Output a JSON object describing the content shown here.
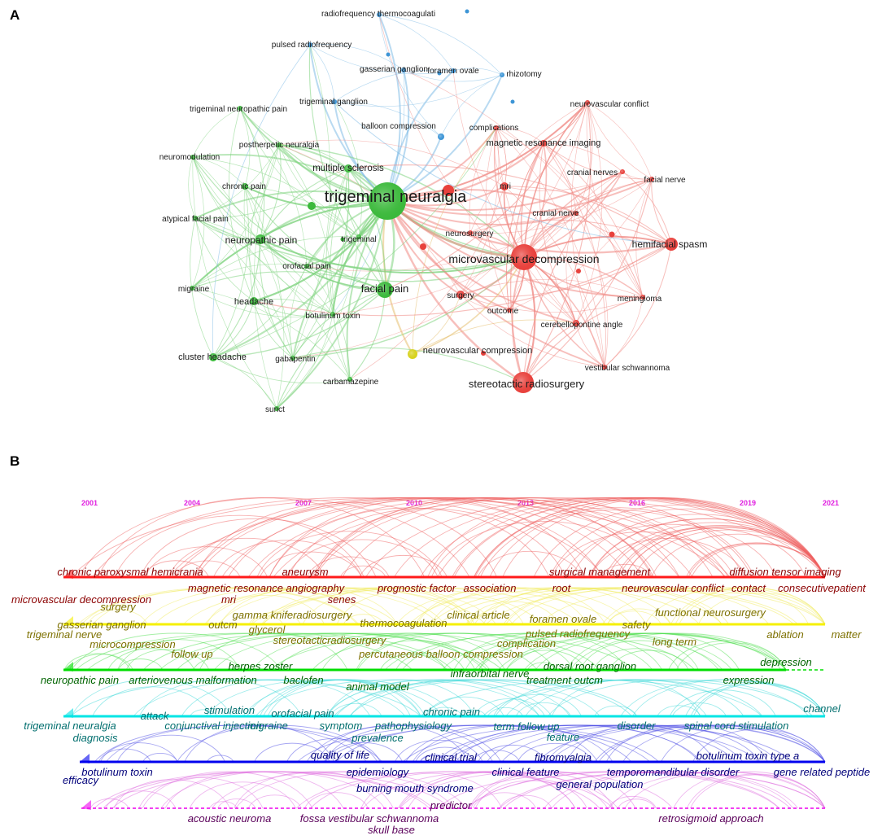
{
  "figure": {
    "panel_a_label": "A",
    "panel_b_label": "B"
  },
  "colors": {
    "red": "#e8413c",
    "green": "#3cb93c",
    "blue": "#3d95d6",
    "yellow": "#d7d21c",
    "timeline_years": "#e020e0"
  },
  "network": {
    "clusters": {
      "red": {
        "node": "#e8413c",
        "edge": "#f08a85"
      },
      "green": {
        "node": "#3cb93c",
        "edge": "#7fd37f"
      },
      "blue": {
        "node": "#3d95d6",
        "edge": "#7fbbe6"
      },
      "yellow": {
        "node": "#d7d21c",
        "edge": "#e6c070"
      }
    },
    "nodes": [
      {
        "id": "tn",
        "label": "trigeminal neuralgia",
        "cluster": "green",
        "weight": 10
      },
      {
        "id": "mvd",
        "label": "microvascular decompression",
        "cluster": "red",
        "weight": 7
      },
      {
        "id": "fp",
        "label": "facial pain",
        "cluster": "green",
        "weight": 5
      },
      {
        "id": "np",
        "label": "neuropathic pain",
        "cluster": "green",
        "weight": 4
      },
      {
        "id": "sr",
        "label": "stereotactic radiosurgery",
        "cluster": "red",
        "weight": 5
      },
      {
        "id": "hs",
        "label": "hemifacial spasm",
        "cluster": "red",
        "weight": 4
      },
      {
        "id": "ms",
        "label": "multiple sclerosis",
        "cluster": "green",
        "weight": 3
      },
      {
        "id": "mri2",
        "label": "magnetic resonance imaging",
        "cluster": "red",
        "weight": 3
      },
      {
        "id": "rft",
        "label": "radiofrequency thermocoagulati",
        "cluster": "blue",
        "weight": 2
      },
      {
        "id": "prf",
        "label": "pulsed radiofrequency",
        "cluster": "blue",
        "weight": 2
      },
      {
        "id": "gg",
        "label": "gasserian ganglion",
        "cluster": "blue",
        "weight": 2
      },
      {
        "id": "fo",
        "label": "foramen ovale",
        "cluster": "blue",
        "weight": 2
      },
      {
        "id": "rhz",
        "label": "rhizotomy",
        "cluster": "blue",
        "weight": 2
      },
      {
        "id": "tgg",
        "label": "trigeminal ganglion",
        "cluster": "blue",
        "weight": 2
      },
      {
        "id": "bc",
        "label": "balloon compression",
        "cluster": "blue",
        "weight": 2
      },
      {
        "id": "tnp",
        "label": "trigeminal neuropathic pain",
        "cluster": "green",
        "weight": 2
      },
      {
        "id": "nmod",
        "label": "neuromodulation",
        "cluster": "green",
        "weight": 2
      },
      {
        "id": "phn",
        "label": "postherpetic neuralgia",
        "cluster": "green",
        "weight": 2
      },
      {
        "id": "cp",
        "label": "chronic pain",
        "cluster": "green",
        "weight": 2
      },
      {
        "id": "afp",
        "label": "atypical facial pain",
        "cluster": "green",
        "weight": 2
      },
      {
        "id": "trg",
        "label": "trigeminal",
        "cluster": "green",
        "weight": 2
      },
      {
        "id": "ofp",
        "label": "orofacial pain",
        "cluster": "green",
        "weight": 2
      },
      {
        "id": "mig",
        "label": "migraine",
        "cluster": "green",
        "weight": 2
      },
      {
        "id": "ha",
        "label": "headache",
        "cluster": "green",
        "weight": 3
      },
      {
        "id": "bt",
        "label": "botulinum toxin",
        "cluster": "green",
        "weight": 2
      },
      {
        "id": "ch",
        "label": "cluster headache",
        "cluster": "green",
        "weight": 3
      },
      {
        "id": "gab",
        "label": "gabapentin",
        "cluster": "green",
        "weight": 2
      },
      {
        "id": "cbz",
        "label": "carbamazepine",
        "cluster": "green",
        "weight": 2
      },
      {
        "id": "sunct",
        "label": "sunct",
        "cluster": "green",
        "weight": 2
      },
      {
        "id": "nvcf",
        "label": "neurovascular conflict",
        "cluster": "red",
        "weight": 2
      },
      {
        "id": "comp",
        "label": "complications",
        "cluster": "red",
        "weight": 2
      },
      {
        "id": "cn",
        "label": "cranial nerves",
        "cluster": "red",
        "weight": 2
      },
      {
        "id": "fn",
        "label": "facial nerve",
        "cluster": "red",
        "weight": 2
      },
      {
        "id": "mri",
        "label": "mri",
        "cluster": "red",
        "weight": 2
      },
      {
        "id": "cnv",
        "label": "cranial nerve",
        "cluster": "red",
        "weight": 2
      },
      {
        "id": "ns",
        "label": "neurosurgery",
        "cluster": "red",
        "weight": 2
      },
      {
        "id": "surg",
        "label": "surgery",
        "cluster": "red",
        "weight": 2
      },
      {
        "id": "out",
        "label": "outcome",
        "cluster": "red",
        "weight": 2
      },
      {
        "id": "men",
        "label": "meningioma",
        "cluster": "red",
        "weight": 2
      },
      {
        "id": "cpa",
        "label": "cerebellopontine angle",
        "cluster": "red",
        "weight": 2
      },
      {
        "id": "nvc",
        "label": "neurovascular compression",
        "cluster": "yellow",
        "weight": 3
      },
      {
        "id": "vs",
        "label": "vestibular schwannoma",
        "cluster": "red",
        "weight": 2
      }
    ]
  },
  "timeline": {
    "years": [
      "2001",
      "2004",
      "2007",
      "2010",
      "2013",
      "2016",
      "2019",
      "2021"
    ],
    "lanes": [
      {
        "id": "red",
        "color": "#ff1a1a",
        "arc": "#f06060",
        "text": "#8b0000",
        "labels": [
          "chronic paroxysmal hemicrania",
          "aneurysm",
          "surgical management",
          "diffusion tensor imaging",
          "microvascular decompression",
          "magnetic resonance angiography",
          "mri",
          "senes",
          "prognostic factor",
          "association",
          "root",
          "neurovascular conflict",
          "contact",
          "consecutivepatient"
        ]
      },
      {
        "id": "yellow",
        "color": "#f5f000",
        "arc": "#f2ec60",
        "text": "#7d7000",
        "labels": [
          "surgery",
          "gamma kniferadiosurgery",
          "clinical article",
          "functional neurosurgery",
          "gasserian ganglion",
          "outcm",
          "foramen ovale",
          "safety",
          "trigeminal nerve",
          "glycerol",
          "thermocoagulation",
          "pulsed radiofrequency",
          "ablation",
          "matter",
          "microcompression",
          "stereotacticradiosurgery",
          "complication",
          "long term",
          "follow up",
          "percutaneous balloon compression"
        ]
      },
      {
        "id": "green",
        "color": "#00dd00",
        "arc": "#50e050",
        "text": "#006400",
        "labels": [
          "herpes zoster",
          "dorsal root ganglion",
          "depression",
          "neuropathic pain",
          "arteriovenous malformation",
          "baclofen",
          "infraorbital nerve",
          "treatment outcm",
          "expression",
          "animal model"
        ]
      },
      {
        "id": "cyan",
        "color": "#00e5e5",
        "arc": "#40dada",
        "text": "#006e6e",
        "labels": [
          "channel",
          "stimulation",
          "chronic pain",
          "attack",
          "orofacial pain",
          "term follow up",
          "trigeminal neuralgia",
          "conjunctival injection",
          "migraine",
          "symptom",
          "pathophysiology",
          "disorder",
          "spinal cord stimulation",
          "diagnosis",
          "prevalence",
          "feature"
        ]
      },
      {
        "id": "blue",
        "color": "#0000ee",
        "arc": "#5050e6",
        "text": "#00007a",
        "labels": [
          "quality of life",
          "botulinum toxin type a",
          "clinical trial",
          "fibromyalgia",
          "botulinum toxin",
          "epidemiology",
          "clinical feature",
          "temporomandibular disorder",
          "gene related peptide",
          "efficacy",
          "general population",
          "burning mouth syndrome"
        ]
      },
      {
        "id": "magenta",
        "color": "#ee00ee",
        "arc": "#e070e0",
        "text": "#5a005a",
        "labels": [
          "predictor",
          "acoustic neuroma",
          "fossa vestibular schwannoma",
          "retrosigmoid approach",
          "skull base"
        ]
      }
    ]
  }
}
